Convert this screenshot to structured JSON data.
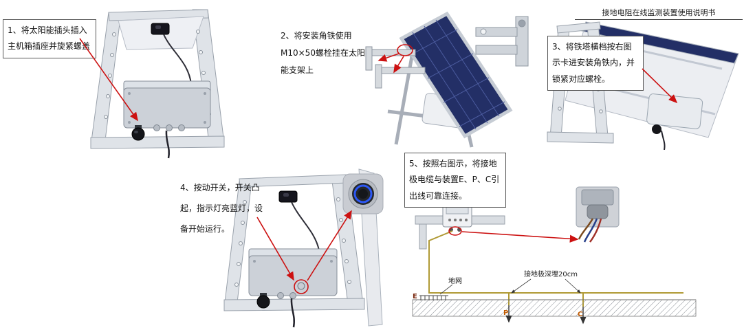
{
  "header": {
    "title": "接地电阻在线监测装置使用说明书"
  },
  "steps": [
    {
      "text": "1、将太阳能插头插入主机箱插座并旋紧螺盖"
    },
    {
      "text": "2、将安装角铁使用M10×50螺栓挂在太阳能支架上"
    },
    {
      "text": "3、将铁塔横档按右图示卡进安装角铁内，并锁紧对应螺栓。"
    },
    {
      "text": "4、按动开关，开关凸起，指示灯亮蓝灯，设备开始运行。"
    },
    {
      "text": "5、按照右图示，将接地极电缆与装置E、P、C引出线可靠连接。"
    }
  ],
  "diagram": {
    "ground_grid_label": "地网",
    "electrode_depth_label": "接地极深埋20cm",
    "terminals": [
      "E",
      "P",
      "C"
    ]
  },
  "colors": {
    "annotation_red": "#cc1111",
    "panel_blue": "#232f66",
    "cable_yellow": "#b09a35",
    "terminal_label_orange": "#c05a00",
    "indicator_blue": "#2e5bff"
  }
}
